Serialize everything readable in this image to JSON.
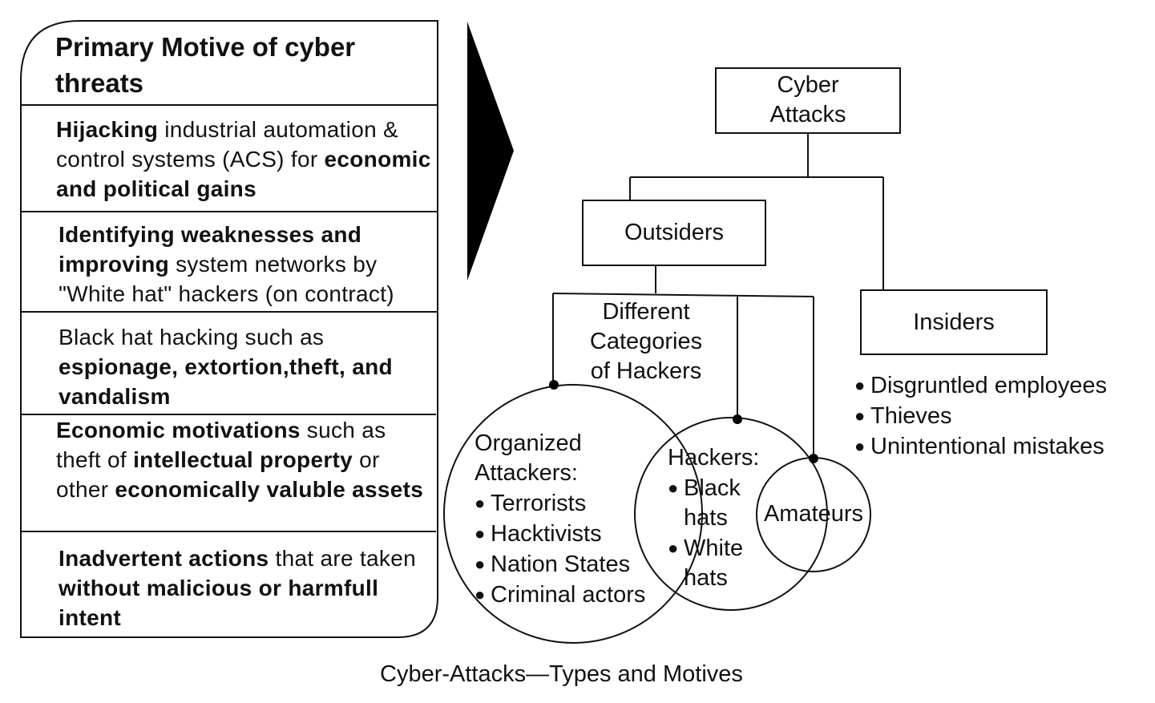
{
  "left_panel": {
    "heading": "Primary Motive of cyber threats",
    "motives": [
      {
        "parts": [
          {
            "text": "Hijacking",
            "bold": true
          },
          {
            "text": " industrial automation & control systems (ACS) for ",
            "bold": false
          },
          {
            "text": "economic and political gains",
            "bold": true
          }
        ]
      },
      {
        "parts": [
          {
            "text": "Identifying weaknesses and improving",
            "bold": true
          },
          {
            "text": " system networks by \"White hat\" hackers (on contract)",
            "bold": false
          }
        ]
      },
      {
        "parts": [
          {
            "text": "Black hat hacking such as ",
            "bold": false
          },
          {
            "text": "espionage, extortion,theft, and vandalism",
            "bold": true
          }
        ]
      },
      {
        "parts": [
          {
            "text": "Economic motivations",
            "bold": true
          },
          {
            "text": " such as theft of ",
            "bold": false
          },
          {
            "text": "intellectual property",
            "bold": true
          },
          {
            "text": " or other ",
            "bold": false
          },
          {
            "text": "economically valuble assets",
            "bold": true
          }
        ]
      },
      {
        "parts": [
          {
            "text": "Inadvertent actions",
            "bold": true
          },
          {
            "text": " that are taken ",
            "bold": false
          },
          {
            "text": "without malicious or harmfull intent",
            "bold": true
          }
        ]
      }
    ]
  },
  "tree": {
    "root": {
      "line1": "Cyber",
      "line2": "Attacks"
    },
    "outsiders": "Outsiders",
    "insiders": "Insiders",
    "categories": {
      "line1": "Different",
      "line2": "Categories",
      "line3": "of Hackers"
    },
    "insider_items": [
      "Disgruntled employees",
      "Thieves",
      "Unintentional mistakes"
    ],
    "organized": {
      "title1": "Organized",
      "title2": "Attackers:",
      "items": [
        "Terrorists",
        "Hacktivists",
        "Nation States",
        "Criminal actors"
      ]
    },
    "hackers": {
      "title": "Hackers:",
      "items": [
        {
          "line1": "Black",
          "line2": "hats"
        },
        {
          "line1": "White",
          "line2": "hats"
        }
      ]
    },
    "amateurs": "Amateurs"
  },
  "caption": "Cyber-Attacks—Types and Motives"
}
